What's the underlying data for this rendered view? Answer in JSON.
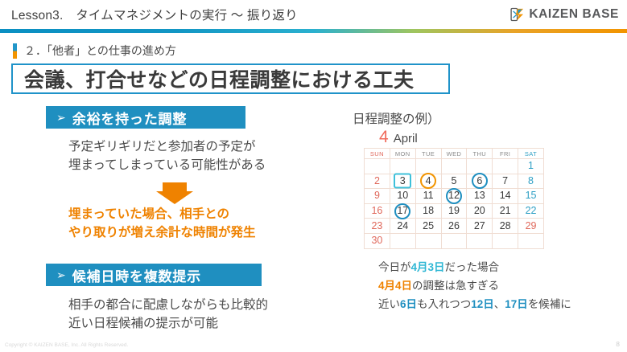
{
  "header": {
    "title": "Lesson3.　タイムマネジメントの実行 ～ 振り返り",
    "brand_text": "KAIZEN BASE",
    "brand_mark_icon": "kaizen-k-mark-icon",
    "rule_gradient_from": "#0a8fc2",
    "rule_gradient_to": "#f29400"
  },
  "kicker": {
    "text": "２．「他者」との仕事の進め方",
    "bar_top_color": "#2196c9",
    "bar_bottom_color": "#f29400"
  },
  "title_box": {
    "text": "会議、打合せなどの日程調整における工夫",
    "border_color": "#1f93c9"
  },
  "left": {
    "section1": {
      "banner_arrow": "➢",
      "banner_label": "余裕を持った調整",
      "banner_bg": "#1f8fc0",
      "body_line1": "予定ギリギリだと参加者の予定が",
      "body_line2": "埋まってしまっている可能性がある",
      "arrow_icon": "down-arrow-icon",
      "arrow_color": "#ef8200",
      "emphasis_line1": "埋まっていた場合、相手との",
      "emphasis_line2": "やり取りが増え余計な時間が発生",
      "emphasis_color": "#ef8200"
    },
    "section2": {
      "banner_arrow": "➢",
      "banner_label": "候補日時を複数提示",
      "banner_bg": "#1f8fc0",
      "body_line1": "相手の都合に配慮しながらも比較的",
      "body_line2": "近い日程候補の提示が可能"
    }
  },
  "right": {
    "example_heading": "日程調整の例）",
    "calendar": {
      "month_number": "4",
      "month_name": "April",
      "month_number_color": "#f06a5a",
      "dow": [
        "SUN",
        "MON",
        "TUE",
        "WED",
        "THU",
        "FRI",
        "SAT"
      ],
      "weeks": [
        [
          {
            "day": ""
          },
          {
            "day": ""
          },
          {
            "day": ""
          },
          {
            "day": ""
          },
          {
            "day": ""
          },
          {
            "day": ""
          },
          {
            "day": "1",
            "kind": "sat"
          }
        ],
        [
          {
            "day": "2",
            "kind": "sun"
          },
          {
            "day": "3",
            "mark": "square-cyan"
          },
          {
            "day": "4",
            "mark": "circle-orange"
          },
          {
            "day": "5"
          },
          {
            "day": "6",
            "mark": "circle-blue"
          },
          {
            "day": "7"
          },
          {
            "day": "8",
            "kind": "sat"
          }
        ],
        [
          {
            "day": "9",
            "kind": "sun"
          },
          {
            "day": "10"
          },
          {
            "day": "11"
          },
          {
            "day": "12",
            "mark": "circle-blue"
          },
          {
            "day": "13"
          },
          {
            "day": "14"
          },
          {
            "day": "15",
            "kind": "sat"
          }
        ],
        [
          {
            "day": "16",
            "kind": "sun"
          },
          {
            "day": "17",
            "mark": "circle-blue"
          },
          {
            "day": "18"
          },
          {
            "day": "19"
          },
          {
            "day": "20"
          },
          {
            "day": "21"
          },
          {
            "day": "22",
            "kind": "sat"
          }
        ],
        [
          {
            "day": "23",
            "kind": "sun"
          },
          {
            "day": "24"
          },
          {
            "day": "25"
          },
          {
            "day": "26"
          },
          {
            "day": "27"
          },
          {
            "day": "28"
          },
          {
            "day": "29",
            "kind": "holiday"
          }
        ],
        [
          {
            "day": "30",
            "kind": "sun"
          },
          {
            "day": ""
          },
          {
            "day": ""
          },
          {
            "day": ""
          },
          {
            "day": ""
          },
          {
            "day": ""
          },
          {
            "day": ""
          }
        ]
      ],
      "mark_colors": {
        "circle_blue": "#1f8fc0",
        "circle_orange": "#f29400",
        "square_cyan": "#3ec0da"
      }
    },
    "caption": {
      "line1": [
        {
          "t": "今日が"
        },
        {
          "t": "4月3日",
          "c": "cyan"
        },
        {
          "t": "だった場合"
        }
      ],
      "line2": [
        {
          "t": "4月4日",
          "c": "orange"
        },
        {
          "t": "の調整は急すぎる"
        }
      ],
      "line3": [
        {
          "t": "近い"
        },
        {
          "t": "6日",
          "c": "blue"
        },
        {
          "t": "も入れつつ"
        },
        {
          "t": "12日",
          "c": "blue"
        },
        {
          "t": "、"
        },
        {
          "t": "17日",
          "c": "blue"
        },
        {
          "t": "を候補に"
        }
      ]
    }
  },
  "footer": {
    "copyright": "Copyright ©  KAIZEN BASE, Inc.  All Rights Reserved.",
    "page_number": "8"
  }
}
